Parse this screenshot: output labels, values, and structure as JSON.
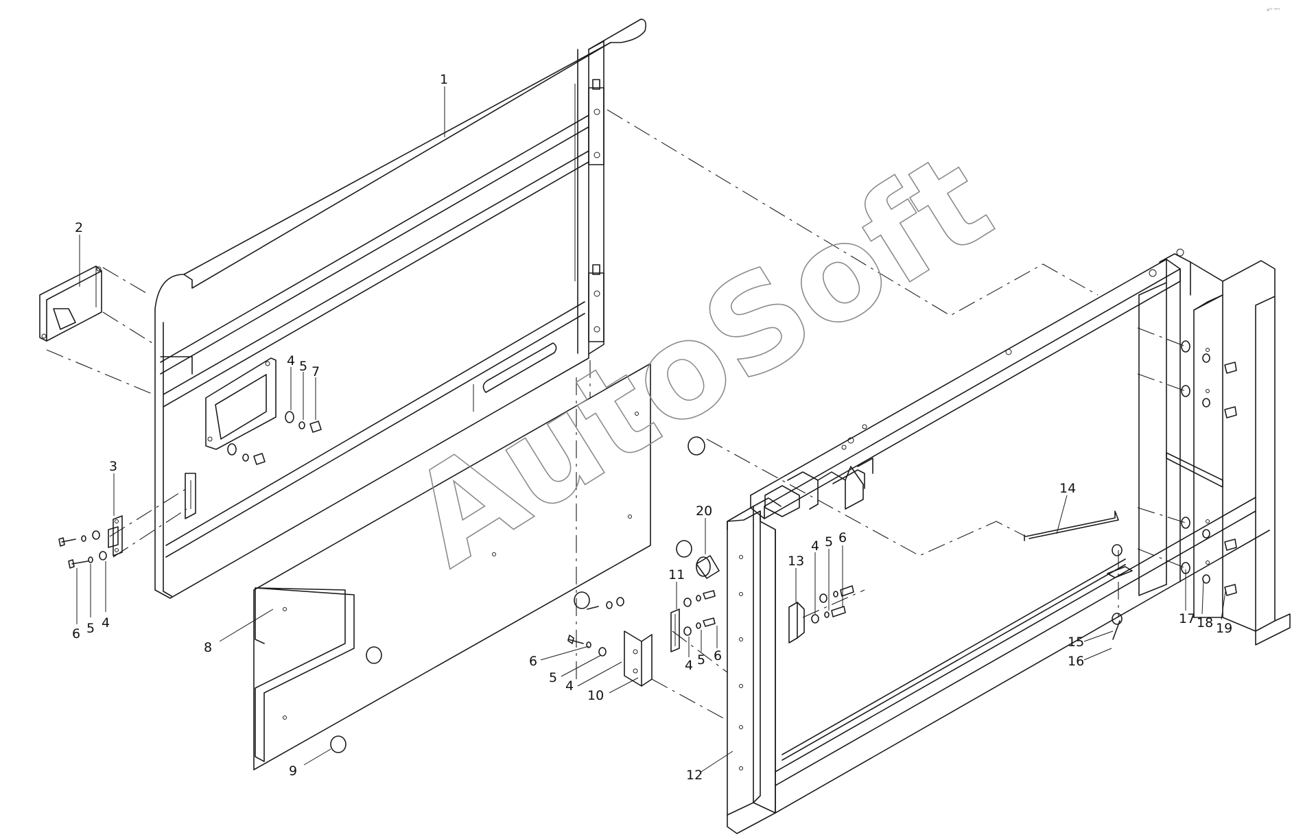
{
  "watermark": {
    "text": "AutoSoft",
    "color": "#8a8a8a"
  },
  "corner_note": {
    "text": "a¹ᵒ ʰᵃʳᵈ"
  },
  "colors": {
    "line": "#1a1a1a",
    "background": "#ffffff"
  },
  "callouts": [
    {
      "id": "c1",
      "text": "1"
    },
    {
      "id": "c2",
      "text": "2"
    },
    {
      "id": "c3",
      "text": "3"
    },
    {
      "id": "c4a",
      "text": "4"
    },
    {
      "id": "c5a",
      "text": "5"
    },
    {
      "id": "c7",
      "text": "7"
    },
    {
      "id": "c6b",
      "text": "6"
    },
    {
      "id": "c5b",
      "text": "5"
    },
    {
      "id": "c4b",
      "text": "4"
    },
    {
      "id": "c8",
      "text": "8"
    },
    {
      "id": "c9",
      "text": "9"
    },
    {
      "id": "c20",
      "text": "20"
    },
    {
      "id": "c11",
      "text": "11"
    },
    {
      "id": "c13",
      "text": "13"
    },
    {
      "id": "c4c",
      "text": "4"
    },
    {
      "id": "c5c",
      "text": "5"
    },
    {
      "id": "c6c",
      "text": "6"
    },
    {
      "id": "c14",
      "text": "14"
    },
    {
      "id": "c6d",
      "text": "6"
    },
    {
      "id": "c5d",
      "text": "5"
    },
    {
      "id": "c4d",
      "text": "4"
    },
    {
      "id": "c10",
      "text": "10"
    },
    {
      "id": "c4e",
      "text": "4"
    },
    {
      "id": "c5e",
      "text": "5"
    },
    {
      "id": "c6e",
      "text": "6"
    },
    {
      "id": "c12",
      "text": "12"
    },
    {
      "id": "c15",
      "text": "15"
    },
    {
      "id": "c16",
      "text": "16"
    },
    {
      "id": "c17",
      "text": "17"
    },
    {
      "id": "c18",
      "text": "18"
    },
    {
      "id": "c19",
      "text": "19"
    }
  ]
}
